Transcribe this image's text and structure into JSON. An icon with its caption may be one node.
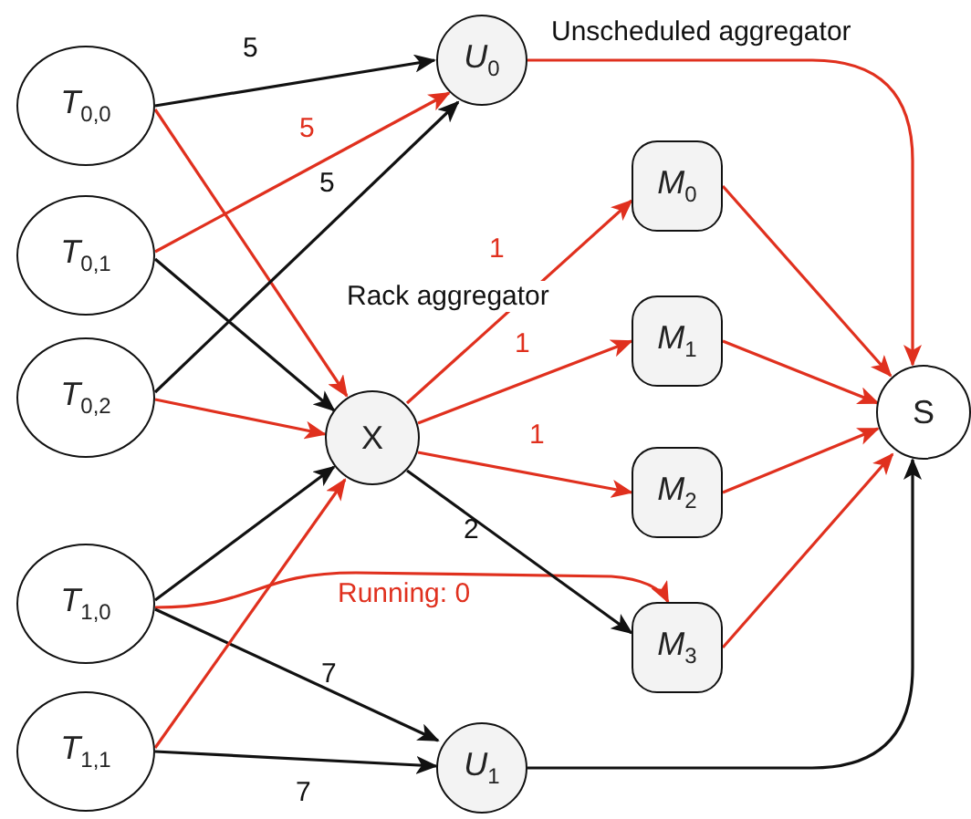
{
  "diagram": {
    "nodes": [
      {
        "text": [
          "*T*$_{0,0}$"
        ]
      },
      {
        "text": [
          "*T*$_{0,1}$"
        ]
      },
      {
        "text": [
          "*T*$_{0,2}$"
        ]
      },
      {
        "text": [
          "*T*$_{1,0}$"
        ]
      },
      {
        "text": [
          "*T*$_{1,1}$"
        ]
      },
      {
        "text": [
          "*U*$_{0}$"
        ],
        "beside": [
          "Unscheduled aggregator"
        ]
      },
      {
        "text": [
          "X"
        ],
        "beside": [
          "Rack aggregator"
        ]
      },
      {
        "text": [
          "*M*$_{0}$"
        ]
      },
      {
        "text": [
          "*M*$_{1}$"
        ]
      },
      {
        "text": [
          "*M*$_{2}$"
        ]
      },
      {
        "text": [
          "*M*$_{3}$"
        ]
      },
      {
        "text": [
          "*U*$_{1}$"
        ]
      },
      {
        "text": [
          "S"
        ]
      }
    ],
    "edges": [
      {
        "from": 0,
        "to": 5,
        "arrow": "to",
        "label": "5",
        "color": "#111111"
      },
      {
        "from": 0,
        "to": 6,
        "arrow": "to"
      },
      {
        "from": 1,
        "to": 5,
        "arrow": "to",
        "label": "5"
      },
      {
        "from": 1,
        "to": 6,
        "arrow": "to",
        "color": "#111111"
      },
      {
        "from": 2,
        "to": 5,
        "arrow": "to",
        "label": "5",
        "color": "#111111"
      },
      {
        "from": 2,
        "to": 6,
        "arrow": "to"
      },
      {
        "from": 3,
        "to": 6,
        "arrow": "to",
        "color": "#111111"
      },
      {
        "from": 3,
        "to": 10,
        "arrow": "to",
        "label": "Running: 0"
      },
      {
        "from": 3,
        "to": 11,
        "arrow": "to",
        "label": "7",
        "color": "#111111"
      },
      {
        "from": 4,
        "to": 6,
        "arrow": "to"
      },
      {
        "from": 4,
        "to": 11,
        "arrow": "to",
        "label": "7",
        "color": "#111111"
      },
      {
        "from": 6,
        "to": 7,
        "arrow": "to",
        "label": "1"
      },
      {
        "from": 6,
        "to": 8,
        "arrow": "to",
        "label": "1"
      },
      {
        "from": 6,
        "to": 9,
        "arrow": "to",
        "label": "1"
      },
      {
        "from": 6,
        "to": 10,
        "arrow": "to",
        "label": "2",
        "color": "#111111"
      },
      {
        "from": 7,
        "to": 12,
        "arrow": "to"
      },
      {
        "from": 8,
        "to": 12,
        "arrow": "to"
      },
      {
        "from": 9,
        "to": 12,
        "arrow": "to"
      },
      {
        "from": 10,
        "to": 12,
        "arrow": "to"
      },
      {
        "from": 5,
        "to": 12,
        "arrow": "to"
      },
      {
        "from": 11,
        "to": 12,
        "arrow": "to",
        "color": "#111111"
      }
    ]
  }
}
